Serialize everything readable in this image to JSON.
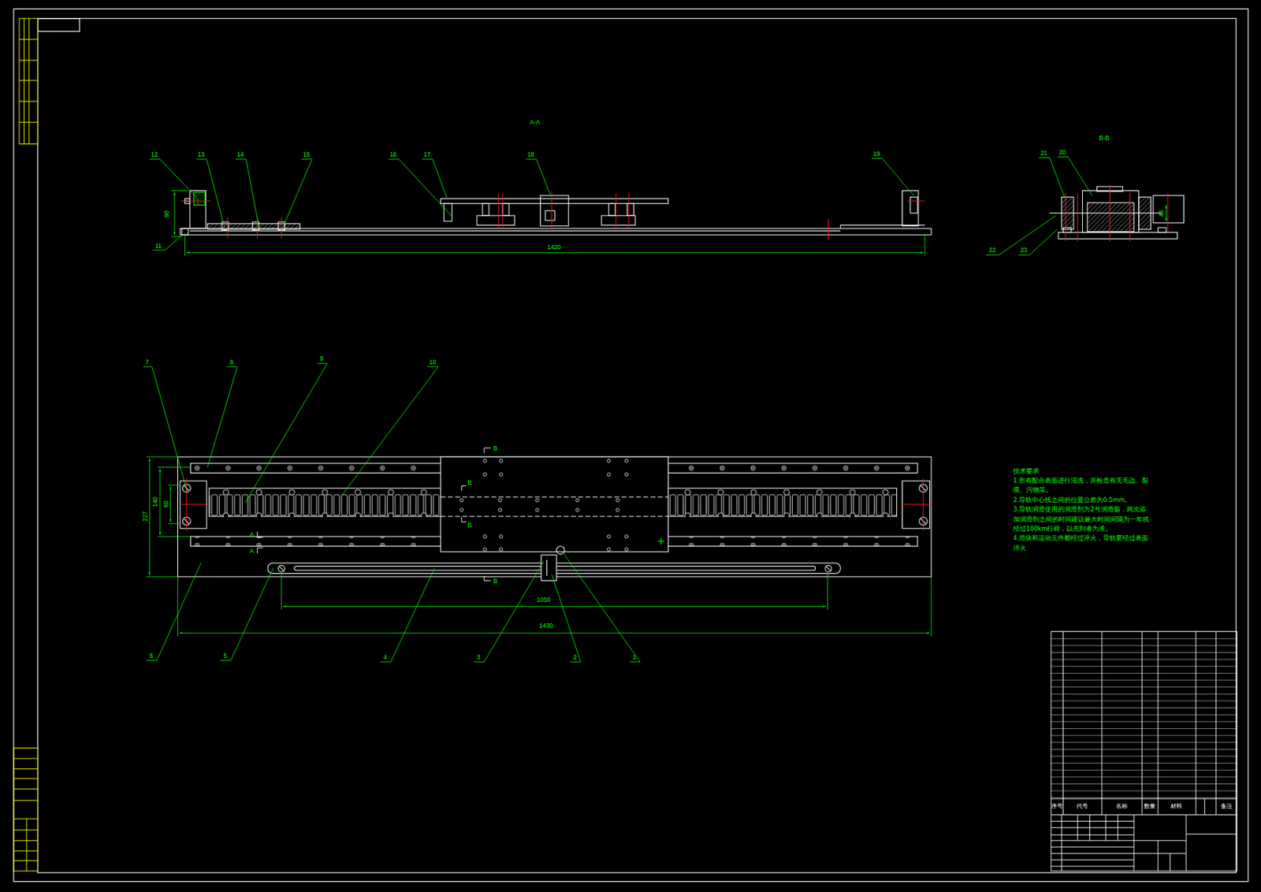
{
  "diagram": {
    "labels": [
      "A-A",
      "B-B",
      "12",
      "13",
      "14",
      "15",
      "16",
      "17",
      "18",
      "19",
      "21",
      "20",
      "11",
      "22",
      "23",
      "90",
      "1420",
      "45",
      "7",
      "8",
      "9",
      "10",
      "227",
      "140",
      "60",
      "B",
      "B",
      "B",
      "B",
      "A",
      "A",
      "1050",
      "1430",
      "6",
      "5",
      "4",
      "3",
      "2",
      "1",
      "技术要求",
      "1.所有配合表面进行清洗，并检查有无毛边、裂痕、污物等。",
      "2.导轨中心线之间的位置公差为0.5mm。",
      "3.导轨润滑使用的润滑剂为2号润滑脂，两次添加润滑剂之间的时间建议最大时间间隔为一年或经过100km行程，以先到者为准。",
      "4.滑块和运动元件都经过淬火，导轨要经过表面淬火",
      "序号",
      "代号",
      "名称",
      "数量",
      "材料",
      "备注"
    ]
  }
}
